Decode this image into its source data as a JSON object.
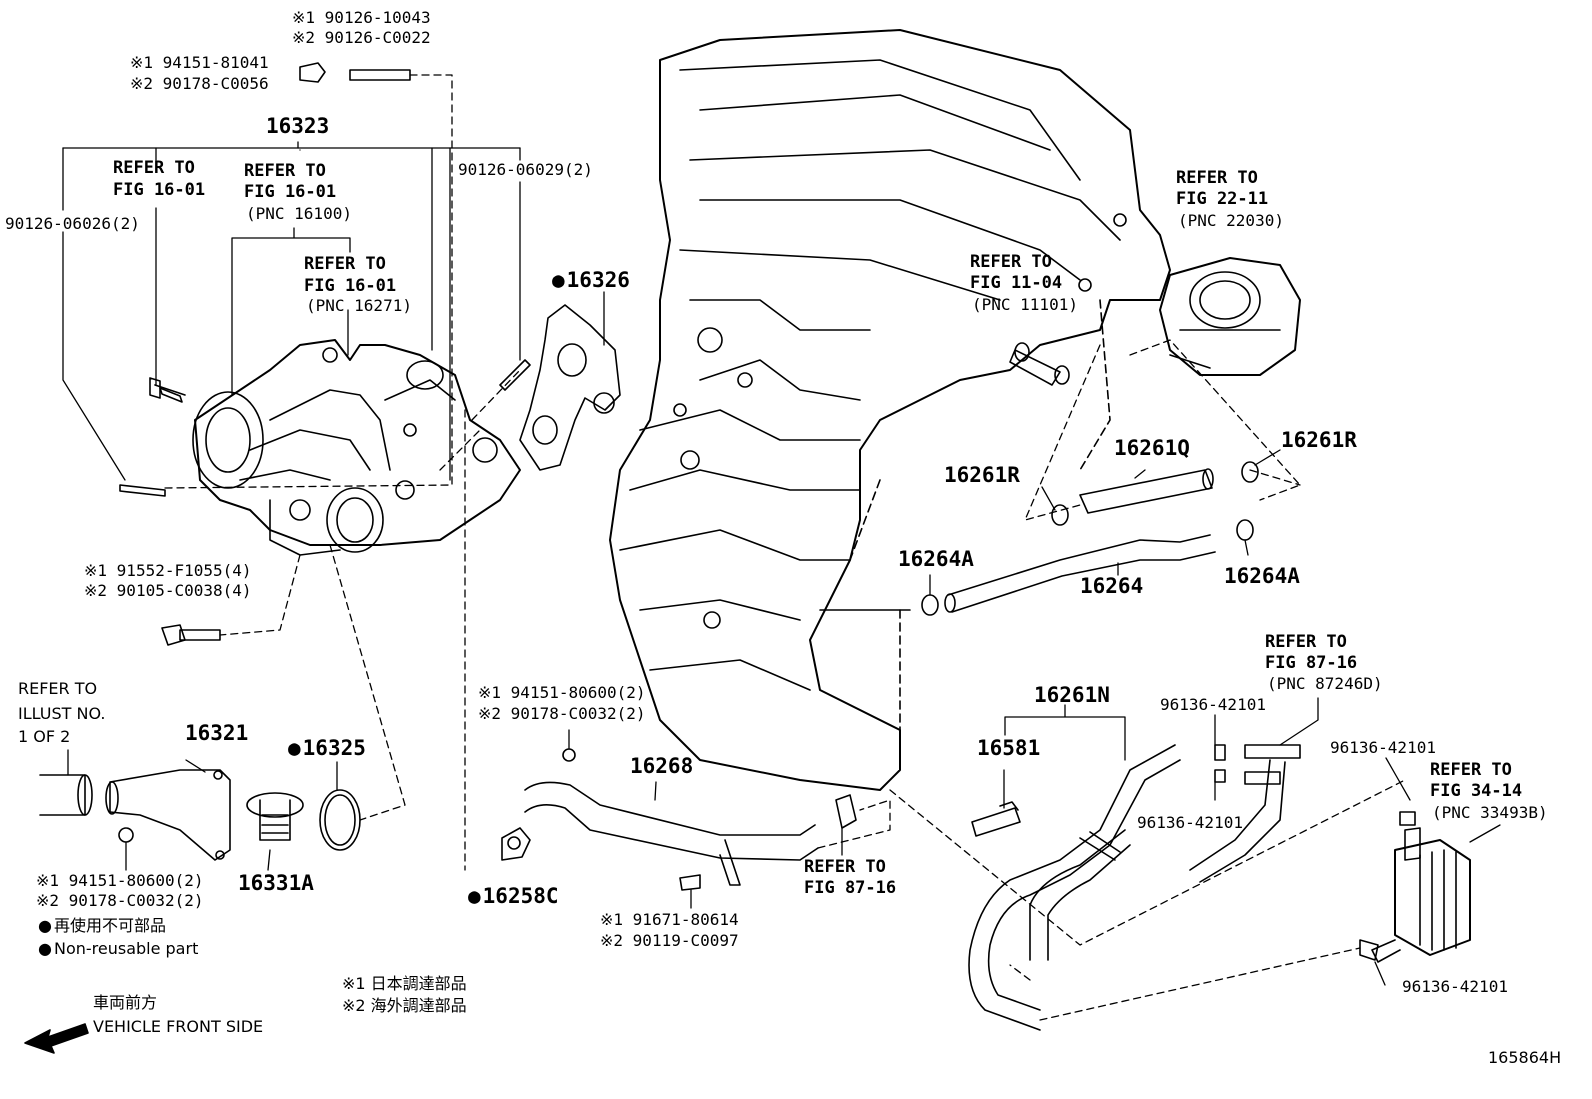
{
  "callouts": {
    "c_9012610043": "※1 90126-10043",
    "c_90126C0022": "※2 90126-C0022",
    "c_9415181041": "※1 94151-81041",
    "c_90178C0056": "※2 90178-C0056",
    "p16323": "16323",
    "refer1": "REFER TO",
    "fig1": "FIG 16-01",
    "refer2": "REFER TO",
    "fig2": "FIG 16-01",
    "pnc2": "(PNC 16100)",
    "c_9012606029": "90126-06029(2)",
    "c_9012606026": "90126-06026(2)",
    "refer3": "REFER TO",
    "fig3": "FIG 16-01",
    "pnc3": "(PNC 16271)",
    "p16326": "16326",
    "refer4": "REFER TO",
    "fig4": "FIG 22-11",
    "pnc4": "(PNC 22030)",
    "refer5": "REFER TO",
    "fig5": "FIG 11-04",
    "pnc5": "(PNC 11101)",
    "p16261Q": "16261Q",
    "p16261R_a": "16261R",
    "p16261R_b": "16261R",
    "p16264A_a": "16264A",
    "p16264": "16264",
    "p16264A_b": "16264A",
    "c_91552F1055": "※1 91552-F1055(4)",
    "c_90105C0038": "※2 90105-C0038(4)",
    "refer_illust": "REFER TO",
    "illust_no": "ILLUST NO.",
    "one_of_two": "1 OF 2",
    "p16321": "16321",
    "p16325": "16325",
    "c_9415180600_b": "※1 94151-80600(2)",
    "c_90178C0032_b": "※2 90178-C0032(2)",
    "p16331A": "16331A",
    "c_9415180600_a": "※1 94151-80600(2)",
    "c_90178C0032_a": "※2 90178-C0032(2)",
    "p16268": "16268",
    "p16258C": "16258C",
    "c_9167180614": "※1 91671-80614",
    "c_90119C0097": "※2 90119-C0097",
    "refer6": "REFER TO",
    "fig6": "FIG 87-16",
    "p16261N": "16261N",
    "p16581": "16581",
    "c_9613642101_a": "96136-42101",
    "c_9613642101_b": "96136-42101",
    "c_9613642101_c": "96136-42101",
    "c_9613642101_d": "96136-42101",
    "refer7": "REFER TO",
    "fig7": "FIG 87-16",
    "pnc7": "(PNC 87246D)",
    "refer8": "REFER TO",
    "fig8": "FIG 34-14",
    "pnc8": "(PNC 33493B)"
  },
  "legend": {
    "non_reusable_jp": "再使用不可部品",
    "non_reusable_en": "Non-reusable part",
    "note1": "※1 日本調達部品",
    "note2": "※2 海外調達部品",
    "front_jp": "車両前方",
    "front_en": "VEHICLE FRONT SIDE",
    "figure_id": "165864H"
  }
}
